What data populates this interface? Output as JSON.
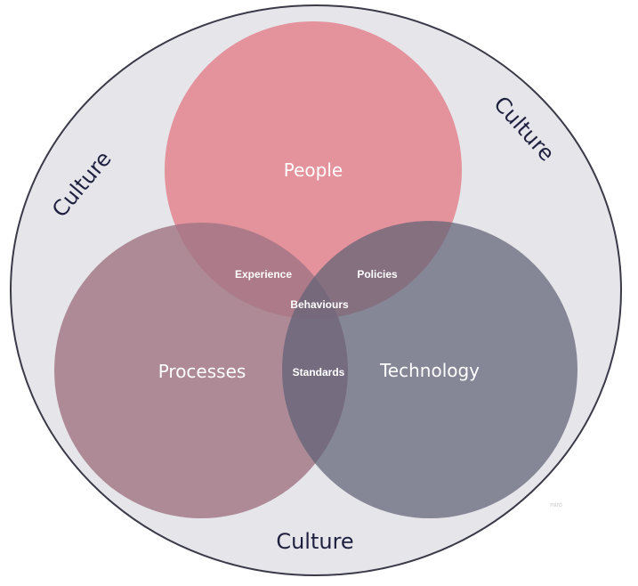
{
  "colors": {
    "outer_fill": "#e5e5ea",
    "outer_stroke": "#3a3a48",
    "people": "#e4848e",
    "processes": "#a07584",
    "technology": "#5f6376",
    "culture_text": "#1f2040"
  },
  "circles": {
    "people": "People",
    "processes": "Processes",
    "technology": "Technology"
  },
  "overlaps": {
    "people_processes": "Experience",
    "people_technology": "Policies",
    "all_three": "Behaviours",
    "processes_technology": "Standards"
  },
  "culture": {
    "left": "Culture",
    "right": "Culture",
    "bottom": "Culture"
  },
  "watermark": "miro"
}
